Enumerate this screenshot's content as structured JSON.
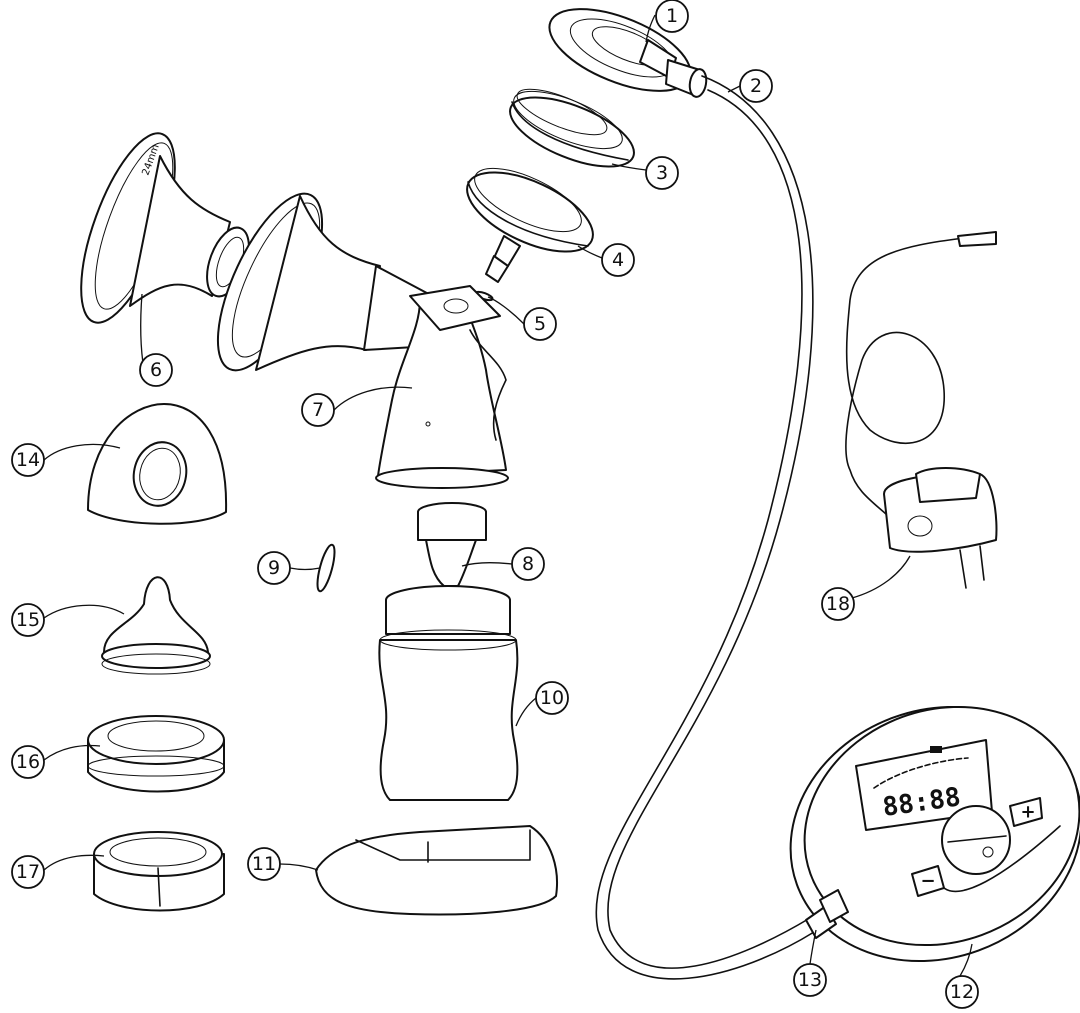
{
  "diagram": {
    "callouts": [
      {
        "number": "1"
      },
      {
        "number": "2"
      },
      {
        "number": "3"
      },
      {
        "number": "4"
      },
      {
        "number": "5"
      },
      {
        "number": "6"
      },
      {
        "number": "7"
      },
      {
        "number": "8"
      },
      {
        "number": "9"
      },
      {
        "number": "10"
      },
      {
        "number": "11"
      },
      {
        "number": "12"
      },
      {
        "number": "13"
      },
      {
        "number": "14"
      },
      {
        "number": "15"
      },
      {
        "number": "16"
      },
      {
        "number": "17"
      },
      {
        "number": "18"
      }
    ],
    "funnel_size_mark": "24mm",
    "display_digits": "88:88",
    "buttons": {
      "plus": "+",
      "minus": "−"
    }
  }
}
